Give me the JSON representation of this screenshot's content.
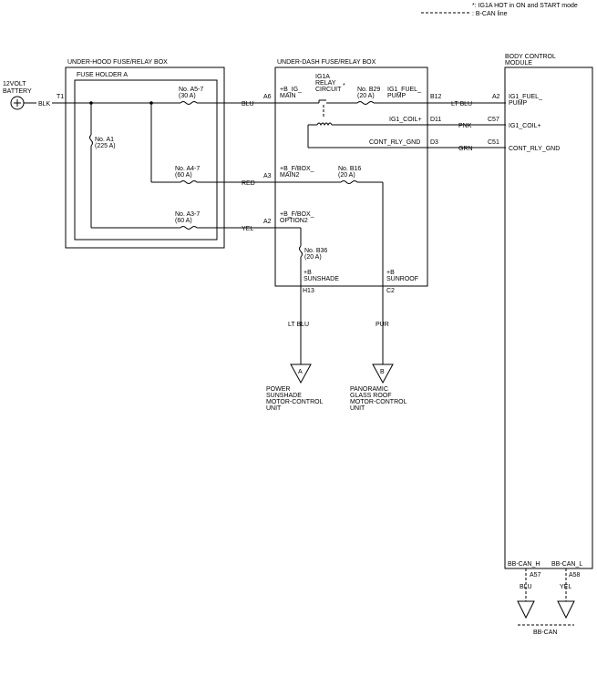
{
  "legend": {
    "note1": "*: IG1A HOT in ON and START mode",
    "note2": ": B-CAN line"
  },
  "battery": {
    "line1": "12VOLT",
    "line2": "BATTERY",
    "terminal": "T1",
    "wire": "BLK"
  },
  "underhood": {
    "title": "UNDER-HOOD FUSE/RELAY BOX",
    "holder": "FUSE HOLDER A",
    "fuse_a1": {
      "no": "No. A1",
      "amp": "(225 A)"
    },
    "fuse_a5": {
      "no": "No. A5-7",
      "amp": "(30 A)"
    },
    "fuse_a4": {
      "no": "No. A4-7",
      "amp": "(60 A)"
    },
    "fuse_a3": {
      "no": "No. A3-7",
      "amp": "(60 A)"
    }
  },
  "wires": {
    "blu": "BLU",
    "red": "RED",
    "yel": "YEL",
    "ltblu": "LT BLU",
    "pnk": "PNK",
    "grn": "GRN",
    "ltblu2": "LT BLU",
    "pur": "PUR",
    "can_blu": "BLU",
    "can_yel": "YEL"
  },
  "underdash": {
    "title": "UNDER-DASH FUSE/RELAY BOX",
    "a6": "A6",
    "a3": "A3",
    "a2": "A2",
    "b_ig_main1": "+B_IG_",
    "b_ig_main2": "MAIN",
    "relay1": "IG1A",
    "relay2": "RELAY",
    "relay3": "CIRCUIT",
    "fuse_b29": {
      "no": "No. B29",
      "amp": "(20 A)"
    },
    "ig1_fuel1": "IG1_FUEL_",
    "ig1_fuel2": "PUMP",
    "b12": "B12",
    "d11": "D11",
    "d3": "D3",
    "ig1_coil": "IG1_COIL+",
    "cont_rly": "CONT_RLY_GND",
    "fbox_main1": "+B_F/BOX_",
    "fbox_main2": "MAIN2",
    "fuse_b16": {
      "no": "No. B16",
      "amp": "(20 A)"
    },
    "fbox_opt1": "+B_F/BOX_",
    "fbox_opt2": "OPTION2",
    "fuse_b36": {
      "no": "No. B36",
      "amp": "(20 A)"
    },
    "sunshade1": "+B",
    "sunshade2": "SUNSHADE",
    "sunroof1": "+B",
    "sunroof2": "SUNROOF",
    "h13": "H13",
    "c2": "C2"
  },
  "bcm": {
    "title1": "BODY CONTROL",
    "title2": "MODULE",
    "a2": "A2",
    "c57": "C57",
    "c51": "C51",
    "fuel1": "IG1_FUEL_",
    "fuel2": "PUMP",
    "coil": "IG1_COIL+",
    "cont": "CONT_RLY_GND",
    "can_h": "BB-CAN_H",
    "can_l": "BB-CAN_L",
    "a57": "A57",
    "a58": "A58",
    "bbcan": "BB-CAN"
  },
  "connectors": {
    "a": "A",
    "b": "B",
    "a_l1": "POWER",
    "a_l2": "SUNSHADE",
    "a_l3": "MOTOR-CONTROL",
    "a_l4": "UNIT",
    "b_l1": "PANORAMIC",
    "b_l2": "GLASS ROOF",
    "b_l3": "MOTOR-CONTROL",
    "b_l4": "UNIT"
  }
}
